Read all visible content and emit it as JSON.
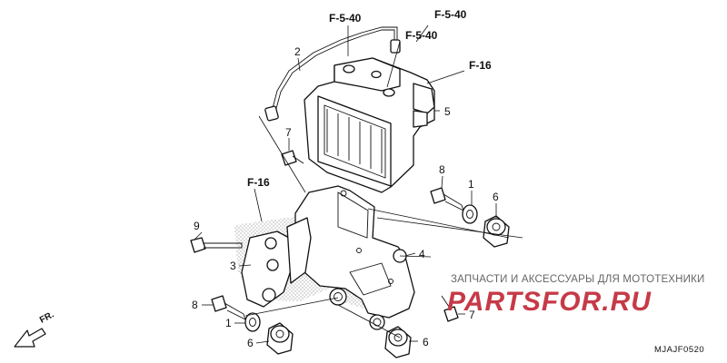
{
  "references": {
    "f540_a": "F-5-40",
    "f540_b": "F-5-40",
    "f540_c": "F-5-40",
    "f16_a": "F-16",
    "f16_b": "F-16"
  },
  "callouts": {
    "c2": "2",
    "c5": "5",
    "c7_top": "7",
    "c4": "4",
    "c8_top": "8",
    "c1_top": "1",
    "c6_top": "6",
    "c9": "9",
    "c3": "3",
    "c8_bottom": "8",
    "c1_bottom": "1",
    "c6_bottom_left": "6",
    "c7_bottom": "7",
    "c6_bottom_right": "6"
  },
  "watermark": {
    "tagline": "ЗАПЧАСТИ И АКСЕССУАРЫ ДЛЯ МОТОТЕХНИКИ",
    "logo": "PARTSFOR.RU"
  },
  "front_indicator": "FR.",
  "diagram_code": "MJAJF0520"
}
